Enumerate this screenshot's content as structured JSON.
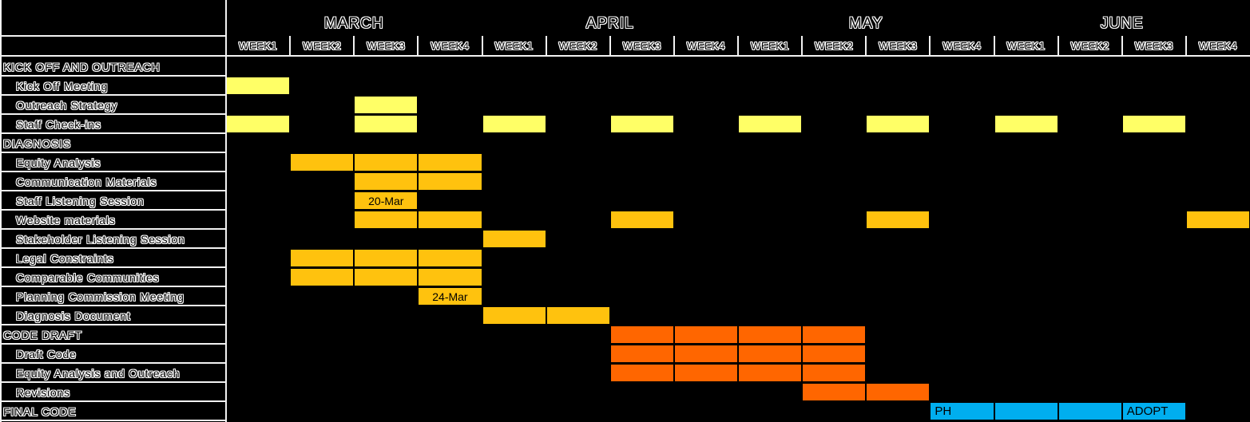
{
  "colors": {
    "background": "#000000",
    "grid": "#F2F2F2",
    "yellow": "#FFFF66",
    "amber": "#FFC20E",
    "orange": "#FF6600",
    "blue": "#00AEEF",
    "bar_label_text": "#000000"
  },
  "chart_data": {
    "type": "gantt",
    "title": "",
    "legend": "none",
    "grid": "label-column lines only",
    "months": [
      {
        "label": "MARCH",
        "weeks": [
          "WEEK1",
          "WEEK2",
          "WEEK3",
          "WEEK4"
        ]
      },
      {
        "label": "APRIL",
        "weeks": [
          "WEEK1",
          "WEEK2",
          "WEEK3",
          "WEEK4"
        ]
      },
      {
        "label": "MAY",
        "weeks": [
          "WEEK1",
          "WEEK2",
          "WEEK3",
          "WEEK4"
        ]
      },
      {
        "label": "JUNE",
        "weeks": [
          "WEEK1",
          "WEEK2",
          "WEEK3",
          "WEEK4"
        ]
      }
    ],
    "rows": [
      {
        "label": "KICK OFF AND OUTREACH",
        "section": true,
        "cells": []
      },
      {
        "label": "Kick Off Meeting",
        "section": false,
        "cells": [
          {
            "col": 1,
            "color": "yellow"
          }
        ]
      },
      {
        "label": "Outreach Strategy",
        "section": false,
        "cells": [
          {
            "col": 3,
            "color": "yellow"
          }
        ]
      },
      {
        "label": "Staff Check-ins",
        "section": false,
        "cells": [
          {
            "col": 1,
            "color": "yellow"
          },
          {
            "col": 3,
            "color": "yellow"
          },
          {
            "col": 5,
            "color": "yellow"
          },
          {
            "col": 7,
            "color": "yellow"
          },
          {
            "col": 9,
            "color": "yellow"
          },
          {
            "col": 11,
            "color": "yellow"
          },
          {
            "col": 13,
            "color": "yellow"
          },
          {
            "col": 15,
            "color": "yellow"
          }
        ]
      },
      {
        "label": "DIAGNOSIS",
        "section": true,
        "cells": []
      },
      {
        "label": "Equity Analysis",
        "section": false,
        "cells": [
          {
            "col": 2,
            "color": "amber"
          },
          {
            "col": 3,
            "color": "amber"
          },
          {
            "col": 4,
            "color": "amber"
          }
        ]
      },
      {
        "label": "Communication Materials",
        "section": false,
        "cells": [
          {
            "col": 3,
            "color": "amber"
          },
          {
            "col": 4,
            "color": "amber"
          }
        ]
      },
      {
        "label": "Staff Listening Session",
        "section": false,
        "cells": [
          {
            "col": 3,
            "color": "amber",
            "label": "20-Mar",
            "label_align": "center"
          }
        ]
      },
      {
        "label": "Website materials",
        "section": false,
        "cells": [
          {
            "col": 3,
            "color": "amber"
          },
          {
            "col": 4,
            "color": "amber"
          },
          {
            "col": 7,
            "color": "amber"
          },
          {
            "col": 11,
            "color": "amber"
          },
          {
            "col": 16,
            "color": "amber"
          }
        ]
      },
      {
        "label": "Stakeholder Listening Session",
        "section": false,
        "cells": [
          {
            "col": 5,
            "color": "amber"
          }
        ]
      },
      {
        "label": "Legal Constraints",
        "section": false,
        "cells": [
          {
            "col": 2,
            "color": "amber"
          },
          {
            "col": 3,
            "color": "amber"
          },
          {
            "col": 4,
            "color": "amber"
          }
        ]
      },
      {
        "label": "Comparable Communities",
        "section": false,
        "cells": [
          {
            "col": 2,
            "color": "amber"
          },
          {
            "col": 3,
            "color": "amber"
          },
          {
            "col": 4,
            "color": "amber"
          }
        ]
      },
      {
        "label": "Planning Commission Meeting",
        "section": false,
        "cells": [
          {
            "col": 4,
            "color": "amber",
            "label": "24-Mar",
            "label_align": "center"
          }
        ]
      },
      {
        "label": "Diagnosis Document",
        "section": false,
        "cells": [
          {
            "col": 5,
            "color": "amber"
          },
          {
            "col": 6,
            "color": "amber"
          }
        ]
      },
      {
        "label": "CODE DRAFT",
        "section": true,
        "cells": [
          {
            "col": 7,
            "color": "orange"
          },
          {
            "col": 8,
            "color": "orange"
          },
          {
            "col": 9,
            "color": "orange"
          },
          {
            "col": 10,
            "color": "orange"
          }
        ]
      },
      {
        "label": "Draft Code",
        "section": false,
        "cells": [
          {
            "col": 7,
            "color": "orange"
          },
          {
            "col": 8,
            "color": "orange"
          },
          {
            "col": 9,
            "color": "orange"
          },
          {
            "col": 10,
            "color": "orange"
          }
        ]
      },
      {
        "label": "Equity Analysis and Outreach",
        "section": false,
        "cells": [
          {
            "col": 7,
            "color": "orange"
          },
          {
            "col": 8,
            "color": "orange"
          },
          {
            "col": 9,
            "color": "orange"
          },
          {
            "col": 10,
            "color": "orange"
          }
        ]
      },
      {
        "label": "Revisions",
        "section": false,
        "cells": [
          {
            "col": 10,
            "color": "orange"
          },
          {
            "col": 11,
            "color": "orange"
          }
        ]
      },
      {
        "label": "FINAL CODE",
        "section": true,
        "cells": [
          {
            "col": 12,
            "color": "blue",
            "label": "PH",
            "label_align": "left"
          },
          {
            "col": 13,
            "color": "blue"
          },
          {
            "col": 14,
            "color": "blue"
          },
          {
            "col": 15,
            "color": "blue",
            "label": "ADOPT",
            "label_align": "left"
          }
        ]
      }
    ]
  }
}
